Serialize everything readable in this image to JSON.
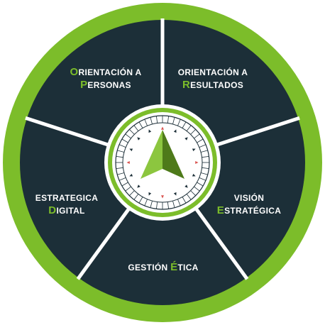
{
  "colors": {
    "outer_ring": "#7cbd2a",
    "segment_fill": "#1c2f38",
    "separator": "#ffffff",
    "center_ring": "#7cbd2a",
    "arrow_light": "#8cc63f",
    "arrow_dark": "#4e7a1a",
    "compass_line": "#1c2f38",
    "tick_red": "#d9534f",
    "tick_dark": "#1c2f38"
  },
  "center_icon": "compass-arrow-icon",
  "segments": [
    {
      "id": "orientacion-personas",
      "lines": [
        {
          "cap": "O",
          "rest": "RIENTACIÓN A"
        },
        {
          "cap": "P",
          "rest": "ERSONAS"
        }
      ]
    },
    {
      "id": "orientacion-resultados",
      "lines": [
        {
          "cap": "",
          "rest": "ORIENTACIÓN A"
        },
        {
          "cap": "R",
          "rest": "ESULTADOS"
        }
      ]
    },
    {
      "id": "vision-estrategica",
      "lines": [
        {
          "cap": "",
          "rest": "VISIÓN"
        },
        {
          "cap": "E",
          "rest": "STRATÉGICA"
        }
      ]
    },
    {
      "id": "gestion-etica",
      "lines": [
        {
          "cap": "",
          "rest": "GESTIÓN "
        },
        {
          "cap": "É",
          "rest": "TICA"
        }
      ]
    },
    {
      "id": "estrategica-digital",
      "lines": [
        {
          "cap": "",
          "rest": "ESTRATEGICA"
        },
        {
          "cap": "D",
          "rest": "IGITAL"
        }
      ]
    }
  ]
}
